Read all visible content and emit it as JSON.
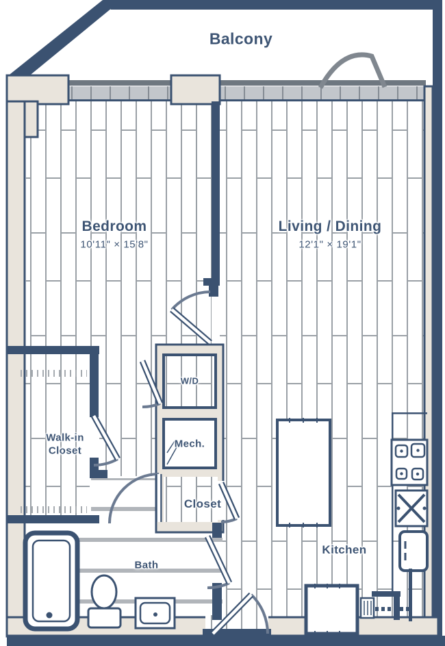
{
  "floorplan": {
    "balcony": {
      "label": "Balcony"
    },
    "rooms": {
      "bedroom": {
        "label": "Bedroom",
        "dimensions": "10'11\" × 15'8\""
      },
      "living_dining": {
        "label": "Living / Dining",
        "dimensions": "12'1\" × 19'1\""
      },
      "walk_in_closet": {
        "label": "Walk-in Closet"
      },
      "laundry": {
        "label": "W/D"
      },
      "mechanical": {
        "label": "Mech."
      },
      "closet": {
        "label": "Closet"
      },
      "bath": {
        "label": "Bath"
      },
      "kitchen": {
        "label": "Kitchen"
      }
    },
    "fixtures": [
      "bathtub",
      "toilet",
      "vanity-sink",
      "washer-dryer",
      "kitchen-island",
      "range-cooktop",
      "kitchen-sink",
      "refrigerator",
      "pantry-cabinet"
    ],
    "colors": {
      "wall_navy": "#3b5271",
      "wall_fill": "#e9e4dc",
      "floor_line": "#9aa0a6",
      "window_gray": "#c2c6cb",
      "label_text": "#3e5574"
    }
  }
}
